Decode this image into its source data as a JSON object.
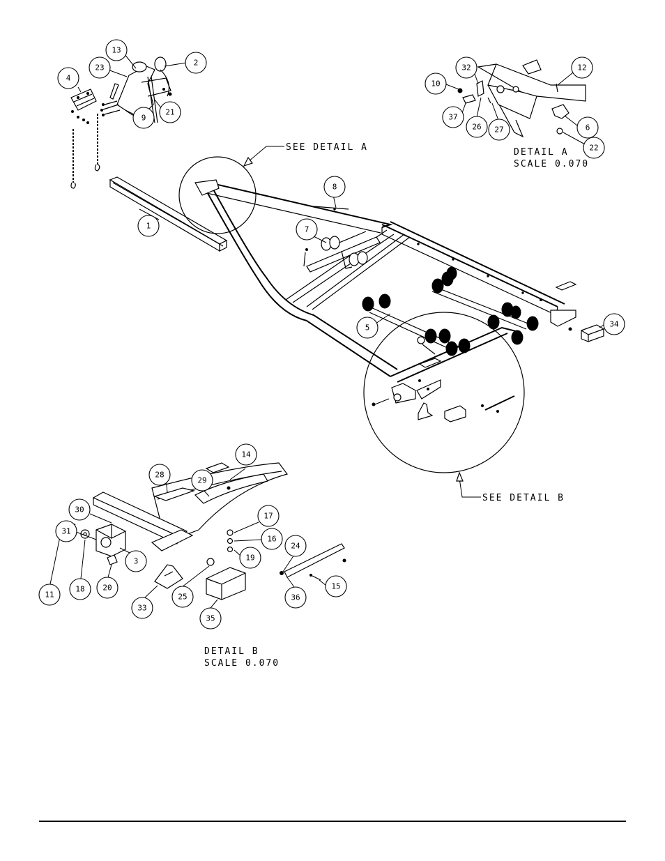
{
  "detail_a": {
    "reference": "SEE DETAIL  A",
    "title": "DETAIL  A",
    "scale": "SCALE  0.070"
  },
  "detail_b": {
    "reference": "SEE DETAIL  B",
    "title": "DETAIL  B",
    "scale": "SCALE  0.070"
  },
  "callouts": [
    "1",
    "2",
    "3",
    "4",
    "5",
    "6",
    "7",
    "8",
    "9",
    "10",
    "11",
    "12",
    "13",
    "14",
    "15",
    "16",
    "17",
    "18",
    "19",
    "20",
    "21",
    "22",
    "23",
    "24",
    "25",
    "26",
    "27",
    "28",
    "29",
    "30",
    "31",
    "32",
    "33",
    "34",
    "35",
    "36",
    "37"
  ]
}
